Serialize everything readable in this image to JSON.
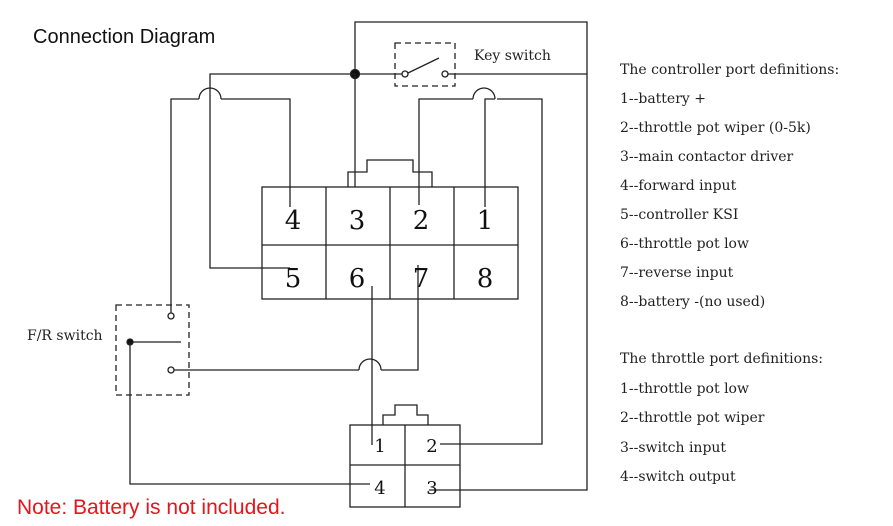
{
  "title": "Connection Diagram",
  "note": "Note: Battery is not included.",
  "labels": {
    "key_switch": "Key switch",
    "fr_switch": "F/R switch"
  },
  "controller_connector": {
    "top_row": [
      "4",
      "3",
      "2",
      "1"
    ],
    "bottom_row": [
      "5",
      "6",
      "7",
      "8"
    ]
  },
  "throttle_connector": {
    "top_row": [
      "1",
      "2"
    ],
    "bottom_row": [
      "4",
      "3"
    ]
  },
  "controller_definitions": {
    "heading": "The controller port definitions:",
    "items": [
      "1--battery +",
      "2--throttle pot wiper (0-5k)",
      "3--main contactor driver",
      "4--forward input",
      "5--controller KSI",
      "6--throttle pot low",
      "7--reverse input",
      "8--battery -(no used)"
    ]
  },
  "throttle_definitions": {
    "heading": "The throttle port definitions:",
    "items": [
      "1--throttle pot low",
      "2--throttle pot wiper",
      "3--switch input",
      "4--switch output"
    ]
  }
}
